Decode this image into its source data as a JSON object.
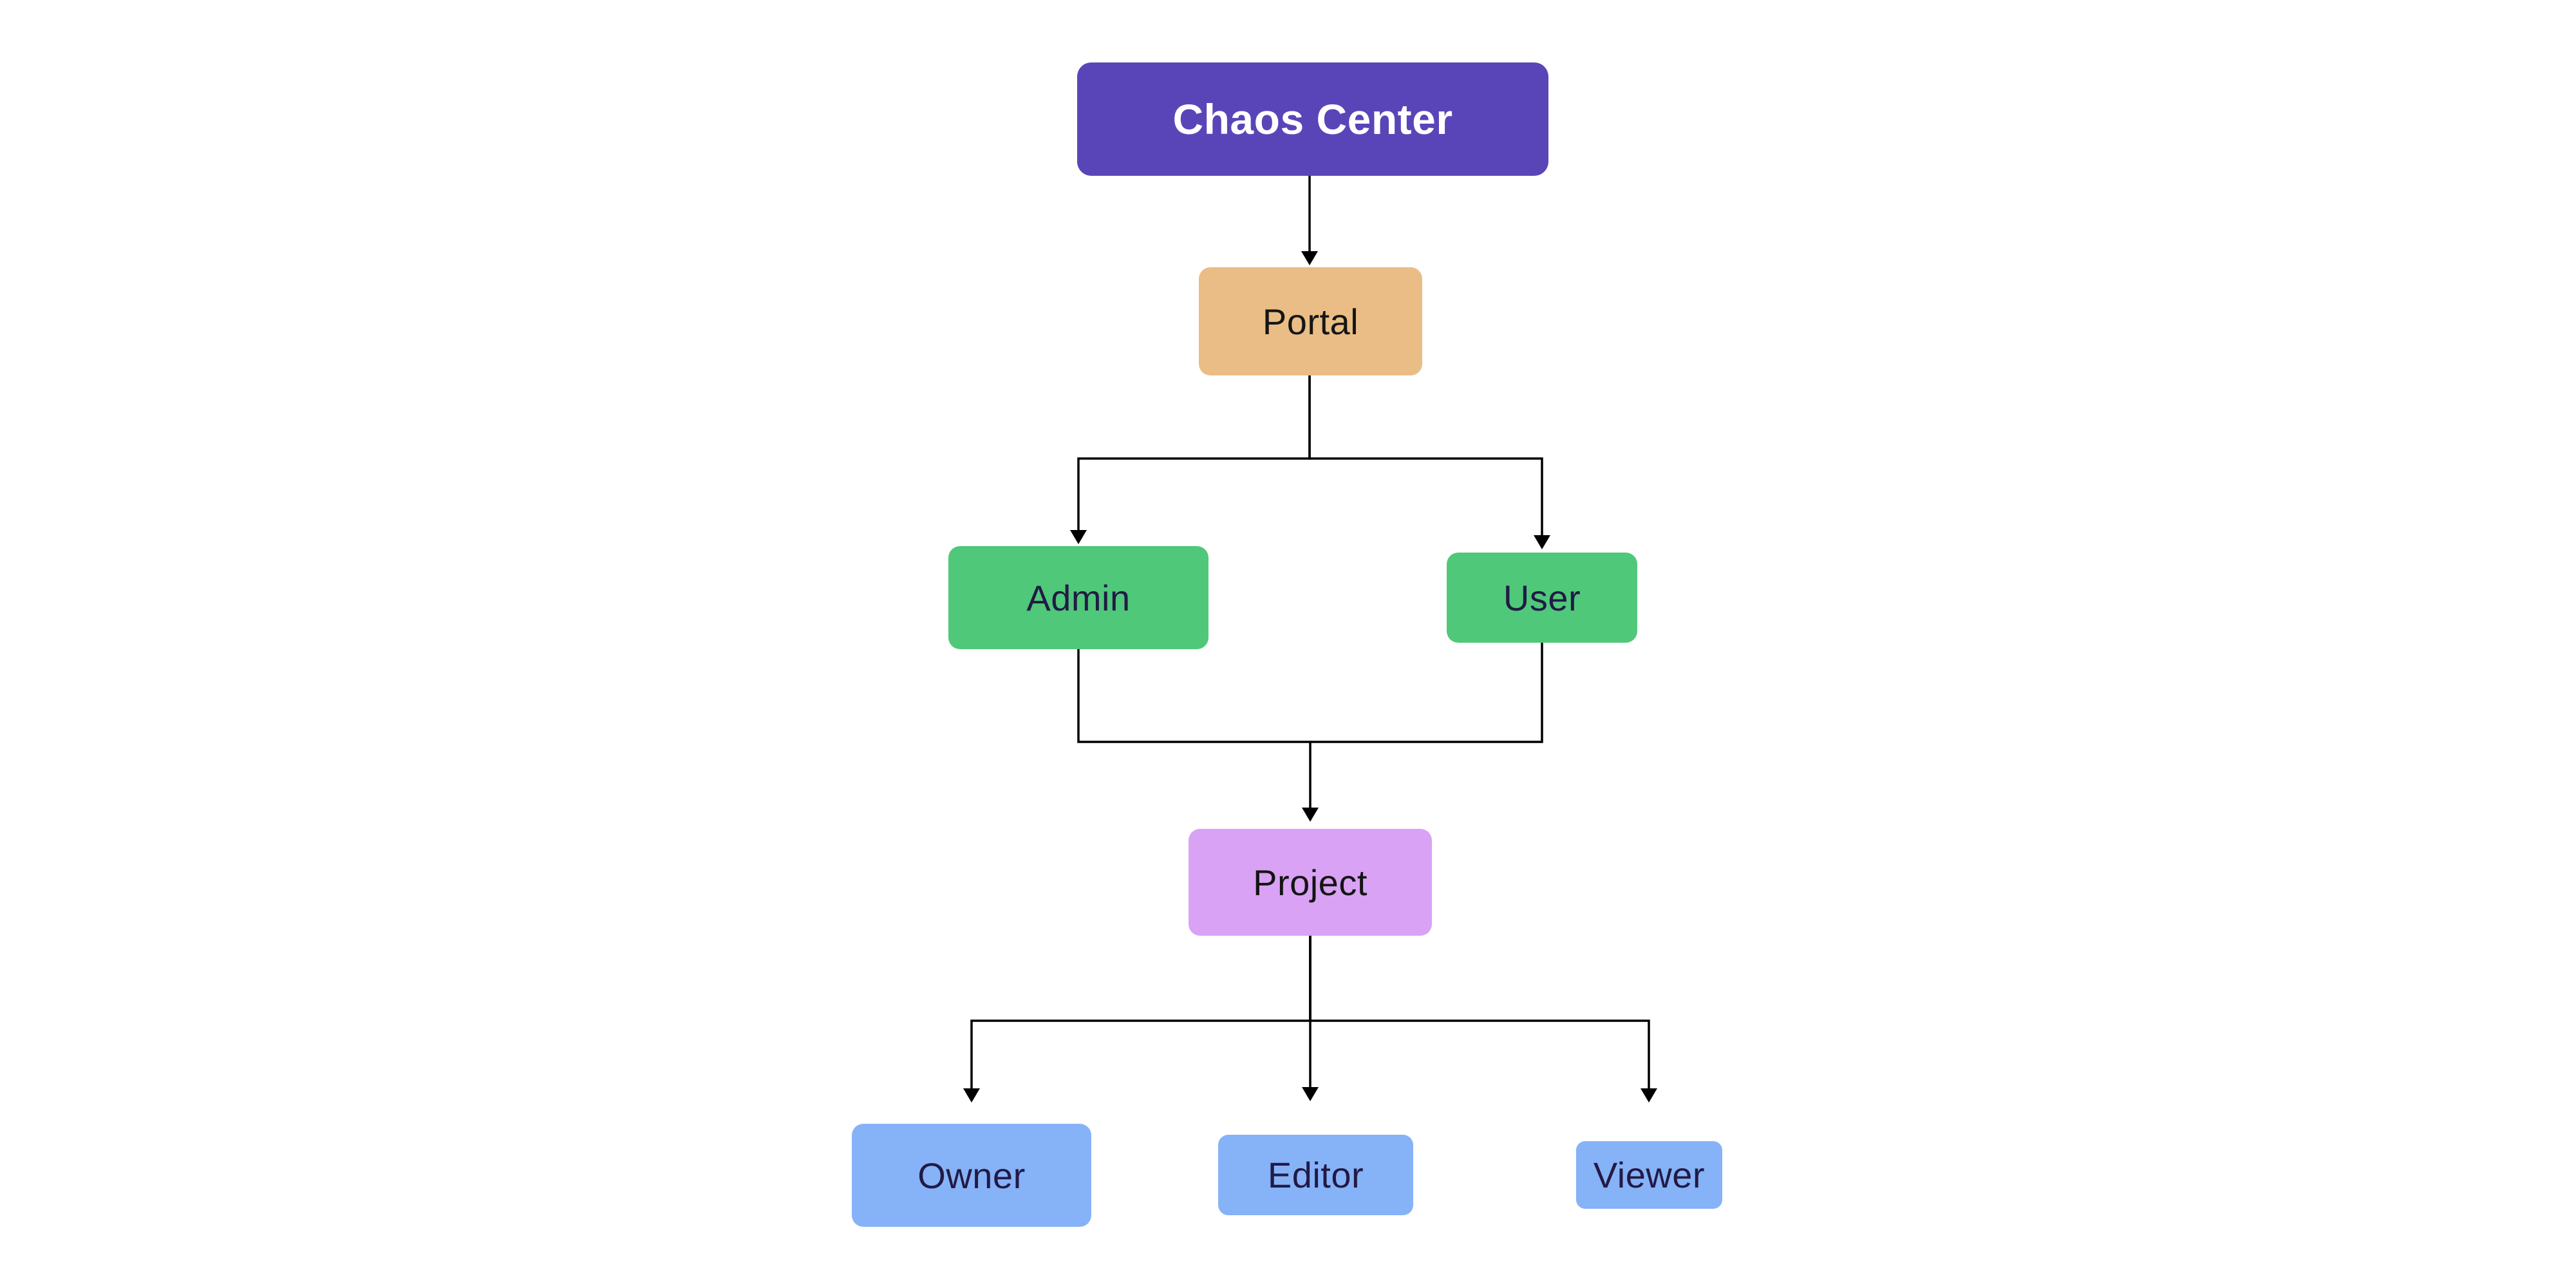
{
  "canvas": {
    "background": "#ffffff",
    "edge_color": "#000000"
  },
  "nodes": [
    {
      "id": "chaos-center",
      "label": "Chaos Center",
      "fill": "#5a45b8",
      "text_color": "#ffffff"
    },
    {
      "id": "portal",
      "label": "Portal",
      "fill": "#e9bd85",
      "text_color": "#151515"
    },
    {
      "id": "admin",
      "label": "Admin",
      "fill": "#4fc879",
      "text_color": "#221a45"
    },
    {
      "id": "user",
      "label": "User",
      "fill": "#4fc879",
      "text_color": "#221a45"
    },
    {
      "id": "project",
      "label": "Project",
      "fill": "#d9a2f4",
      "text_color": "#151515"
    },
    {
      "id": "owner",
      "label": "Owner",
      "fill": "#86b2f7",
      "text_color": "#221a45"
    },
    {
      "id": "editor",
      "label": "Editor",
      "fill": "#86b2f7",
      "text_color": "#221a45"
    },
    {
      "id": "viewer",
      "label": "Viewer",
      "fill": "#86b2f7",
      "text_color": "#221a45"
    }
  ],
  "edges": [
    {
      "from": "chaos-center",
      "to": "portal"
    },
    {
      "from": "portal",
      "to": "admin"
    },
    {
      "from": "portal",
      "to": "user"
    },
    {
      "from": "admin",
      "to": "project"
    },
    {
      "from": "user",
      "to": "project"
    },
    {
      "from": "project",
      "to": "owner"
    },
    {
      "from": "project",
      "to": "editor"
    },
    {
      "from": "project",
      "to": "viewer"
    }
  ]
}
